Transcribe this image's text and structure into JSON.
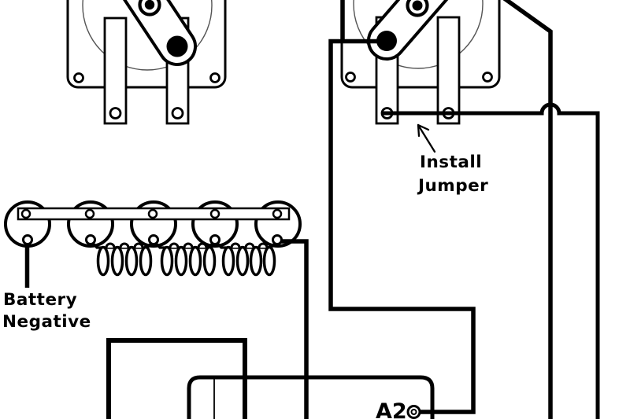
{
  "diagram": {
    "kind": "wiring-diagram",
    "labels": {
      "install_jumper_line1": "Install",
      "install_jumper_line2": "Jumper",
      "battery_line1": "Battery",
      "battery_line2": "Negative",
      "terminal_a2": "A2"
    },
    "colors": {
      "line": "#000000",
      "background": "#ffffff",
      "rotor_outline": "#555555"
    }
  }
}
